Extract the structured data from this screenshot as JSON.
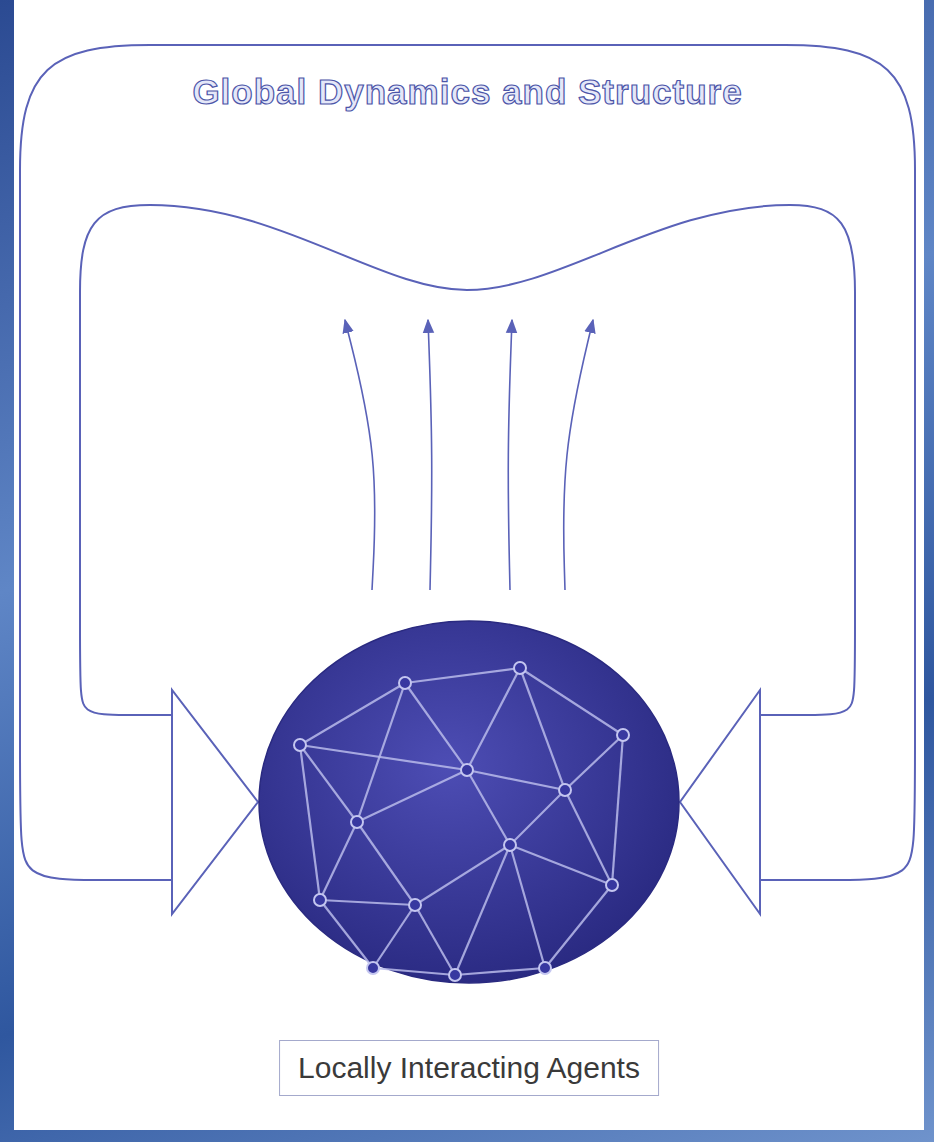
{
  "diagram": {
    "nodes": [
      {
        "text": [
          "Global Dynamics and Structure"
        ]
      },
      {
        "text": [
          "Locally Interacting Agents"
        ]
      }
    ],
    "edges": [
      {
        "from": 1,
        "to": 0,
        "arrow": "to"
      },
      {
        "from": 1,
        "to": 0,
        "arrow": "to"
      },
      {
        "from": 1,
        "to": 0,
        "arrow": "to"
      },
      {
        "from": 1,
        "to": 0,
        "arrow": "to"
      },
      {
        "from": 0,
        "to": 1,
        "arrow": "to"
      },
      {
        "from": 0,
        "to": 1,
        "arrow": "to"
      }
    ]
  }
}
